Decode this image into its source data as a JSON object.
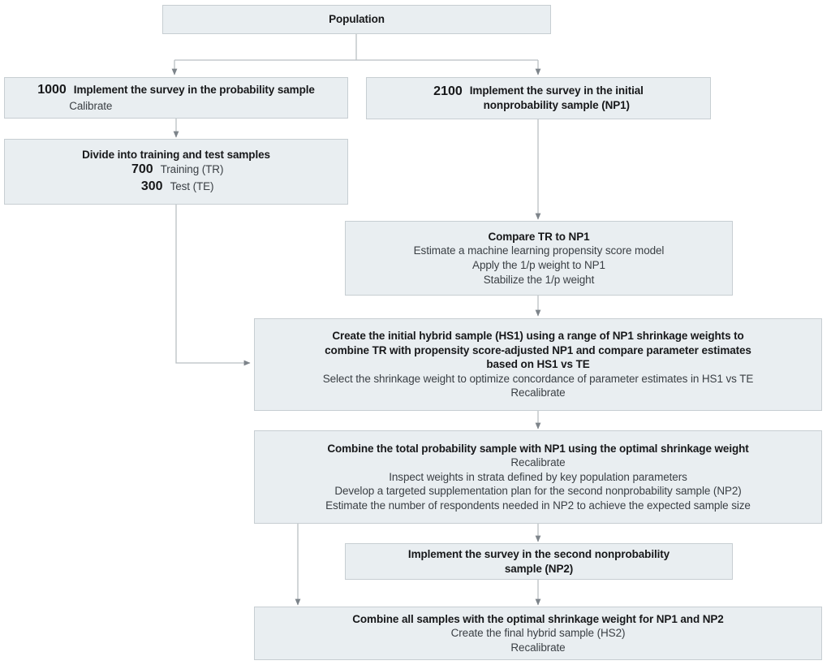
{
  "diagram": {
    "title": "Hybrid probability and nonprobability sample design flowchart",
    "colors": {
      "box_fill": "#e9eef1",
      "box_border": "#c7ced2",
      "connector": "#b9bfc4",
      "arrow": "#7d848a",
      "text": "#17181a"
    },
    "nodes": {
      "population": {
        "title": "Population"
      },
      "prob_sample": {
        "count": "1000",
        "title": "Implement the survey in the probability sample",
        "sub": "Calibrate"
      },
      "np1_sample": {
        "count": "2100",
        "title_line1": "Implement the survey in the initial",
        "title_line2": "nonprobability sample (NP1)"
      },
      "divide": {
        "title": "Divide into training and test samples",
        "rows": [
          {
            "count": "700",
            "label": "Training (TR)"
          },
          {
            "count": "300",
            "label": "Test (TE)"
          }
        ]
      },
      "compare": {
        "title": "Compare TR to NP1",
        "lines": [
          "Estimate a machine learning propensity score model",
          "Apply the 1/p weight to NP1",
          "Stabilize the 1/p weight"
        ]
      },
      "hybrid1": {
        "title_line1": "Create the initial hybrid sample (HS1) using a range of NP1 shrinkage weights to",
        "title_line2": "combine TR with propensity score-adjusted NP1 and compare parameter estimates",
        "title_line3": "based on HS1 vs TE",
        "lines": [
          "Select the shrinkage weight to optimize concordance of parameter estimates in HS1 vs TE",
          "Recalibrate"
        ]
      },
      "combine_total": {
        "title": "Combine the total probability sample with NP1 using the optimal shrinkage weight",
        "lines": [
          "Recalibrate",
          "Inspect weights in strata defined by key population parameters",
          "Develop a targeted supplementation plan for the second nonprobability sample (NP2)",
          "Estimate the number of respondents needed in NP2 to achieve the expected sample size"
        ]
      },
      "np2_sample": {
        "title_line1": "Implement the survey in the second nonprobability",
        "title_line2": "sample (NP2)"
      },
      "final": {
        "title": "Combine all samples with the optimal shrinkage weight for NP1 and NP2",
        "lines": [
          "Create the final hybrid sample (HS2)",
          "Recalibrate"
        ]
      }
    }
  }
}
